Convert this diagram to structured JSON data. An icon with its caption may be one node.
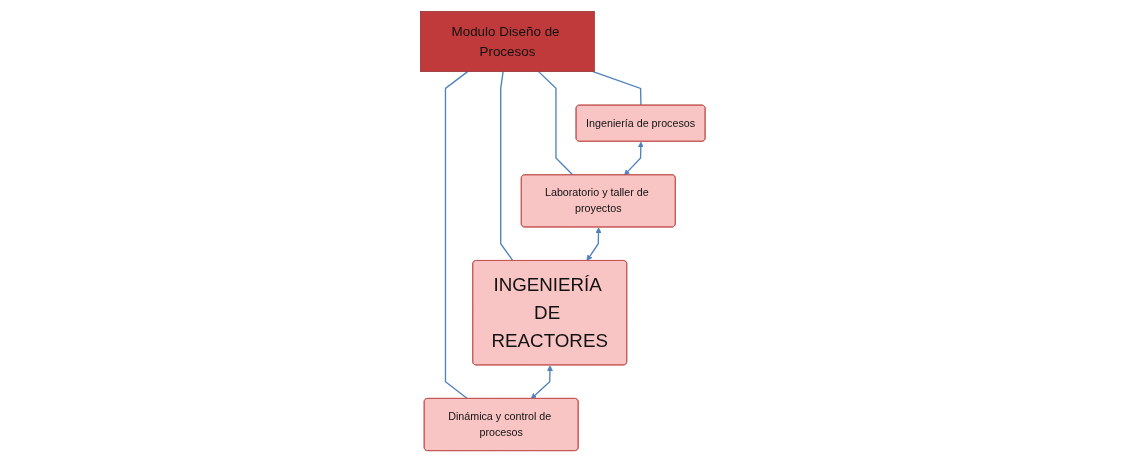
{
  "diagram": {
    "nodes": [
      {
        "text": [
          "Modulo Diseño de Procesos"
        ]
      },
      {
        "text": [
          "Ingeniería de procesos"
        ]
      },
      {
        "text": [
          "Laboratorio y taller de proyectos"
        ]
      },
      {
        "text": [
          "INGENIERÍA DE REACTORES"
        ]
      },
      {
        "text": [
          "Dinámica y control de procesos"
        ]
      }
    ],
    "edges": [
      {
        "from": 0,
        "to": 1,
        "arrow": "none"
      },
      {
        "from": 0,
        "to": 2,
        "arrow": "none"
      },
      {
        "from": 0,
        "to": 3,
        "arrow": "none"
      },
      {
        "from": 0,
        "to": 4,
        "arrow": "none"
      },
      {
        "from": 1,
        "to": 2,
        "arrow": "both"
      },
      {
        "from": 2,
        "to": 3,
        "arrow": "both"
      },
      {
        "from": 3,
        "to": 4,
        "arrow": "both"
      }
    ]
  }
}
